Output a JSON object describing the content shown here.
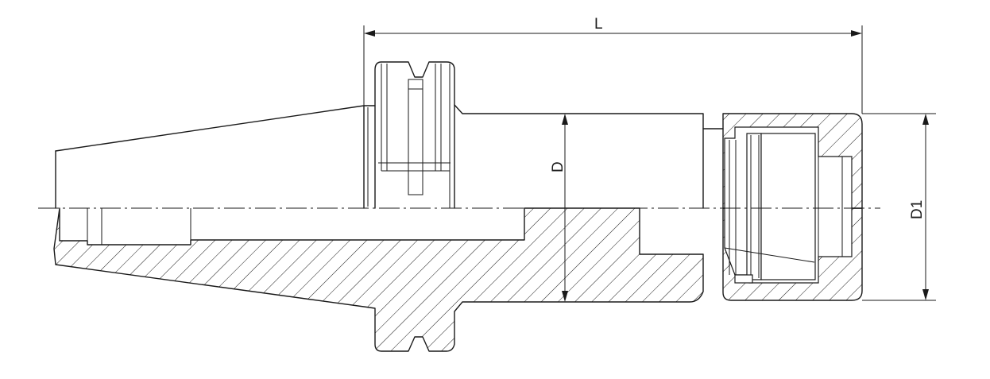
{
  "drawing": {
    "labels": {
      "length": "L",
      "shank_diameter": "D",
      "nut_diameter": "D1"
    }
  }
}
